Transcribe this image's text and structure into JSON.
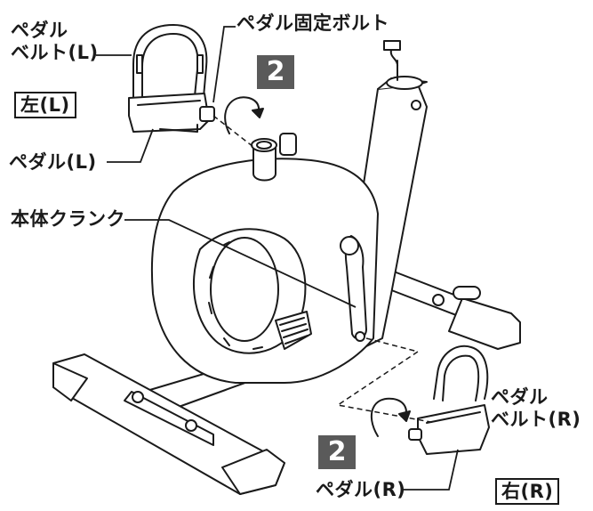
{
  "labels": {
    "pedal_belt_left": "ペダル\nベルト(L)",
    "pedal_bolt": "ペダル固定ボルト",
    "left_side": "左(L)",
    "pedal_left": "ペダル(L)",
    "crank": "本体クランク",
    "pedal_belt_right": "ペダル\nベルト(R)",
    "pedal_right": "ペダル(R)",
    "right_side": "右(R)"
  },
  "steps": {
    "top": "2",
    "bottom": "2"
  },
  "colors": {
    "line": "#1a1a1a",
    "fill_gray": "#5a5a5a",
    "background": "#ffffff"
  }
}
